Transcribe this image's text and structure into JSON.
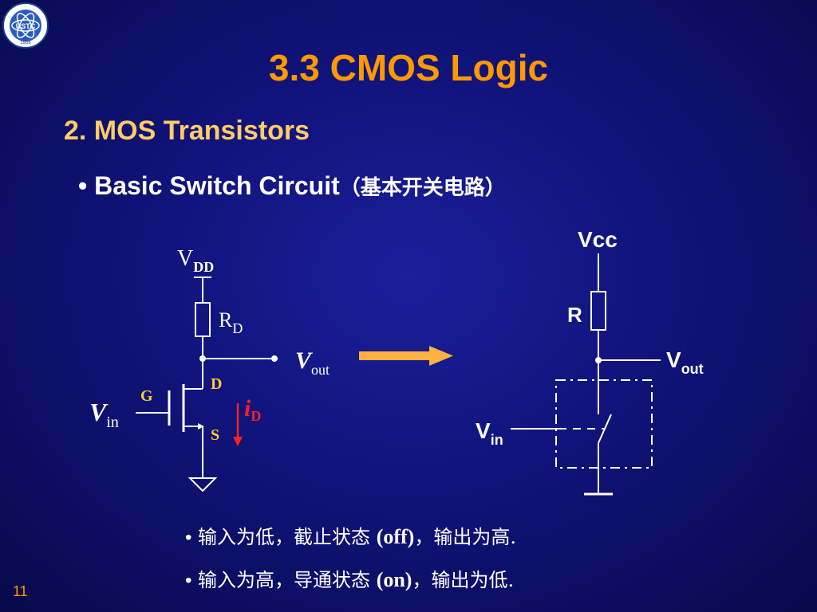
{
  "header": {
    "logo_icon": "university-seal-icon",
    "logo_text": "USTC",
    "logo_year": "1958",
    "title": "3.3   CMOS Logic"
  },
  "section": {
    "subtitle": "2. MOS Transistors",
    "bullet_symbol": "•",
    "bullet_en": "Basic Switch Circuit",
    "bullet_cn": "（基本开关电路）"
  },
  "left_circuit": {
    "vdd_main": "V",
    "vdd_sub": "DD",
    "rd_main": "R",
    "rd_sub": "D",
    "vout_main": "V",
    "vout_sub": "out",
    "vin_main": "V",
    "vin_sub": "in",
    "gate": "G",
    "drain": "D",
    "source": "S",
    "id_main": "i",
    "id_sub": "D"
  },
  "arrow_icon": "right-arrow-icon",
  "right_circuit": {
    "vcc": "Vcc",
    "r": "R",
    "vout_main": "V",
    "vout_sub": "out",
    "vin_main": "V",
    "vin_sub": "in"
  },
  "notes": [
    {
      "pre": "输入为低，截止状态 ",
      "en": "(off)",
      "post": "，输出为高."
    },
    {
      "pre": "输入为高，导通状态 ",
      "en": "(on)",
      "post": "，输出为低."
    }
  ],
  "page_number": "11",
  "colors": {
    "background": "#10137a",
    "title": "#ff9900",
    "subtitle": "#ffcc66",
    "gate_label": "#ffcc33",
    "current": "#ff2020",
    "arrow": "#ffb040"
  }
}
